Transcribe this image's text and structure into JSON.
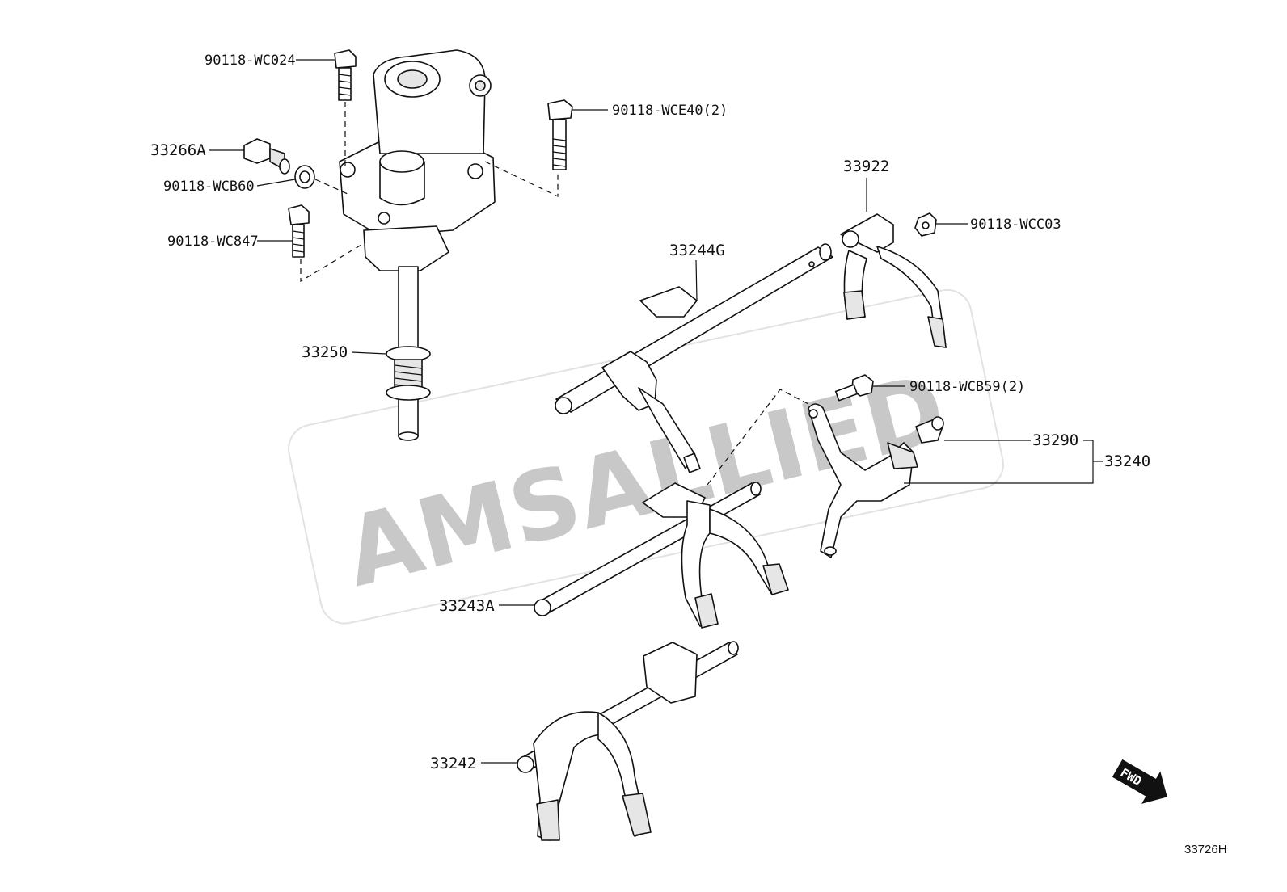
{
  "watermark": "AMSALLIED",
  "figure_code": "33726H",
  "fwd_label": "FWD",
  "callouts": {
    "c90118_wc024": "90118-WC024",
    "c90118_wce40": "90118-WCE40(2)",
    "c33266a": "33266A",
    "c90118_wcb60": "90118-WCB60",
    "c90118_wc847": "90118-WC847",
    "c33922": "33922",
    "c90118_wcc03": "90118-WCC03",
    "c33244g": "33244G",
    "c33250": "33250",
    "c90118_wcb59": "90118-WCB59(2)",
    "c33290": "33290",
    "c33240": "33240",
    "c33243a": "33243A",
    "c33242": "33242"
  }
}
